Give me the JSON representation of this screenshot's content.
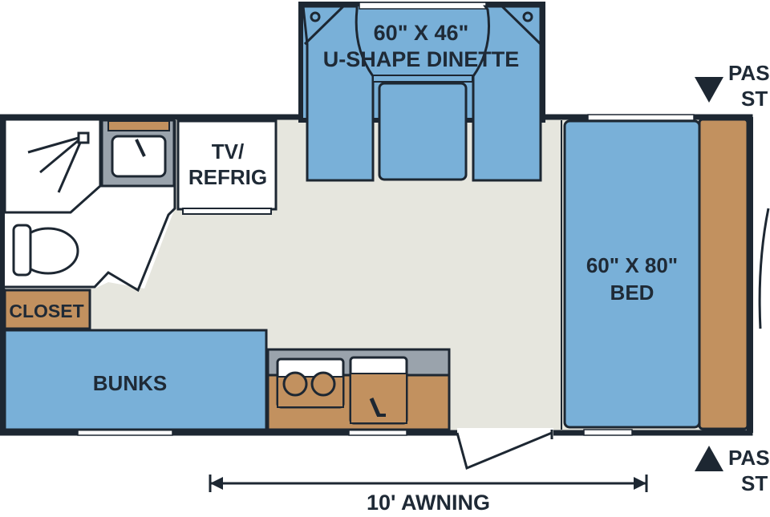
{
  "labels": {
    "dinette_size": "60\" X 46\"",
    "dinette_name": "U-SHAPE DINETTE",
    "tv": "TV/",
    "refrig": "REFRIG",
    "closet": "CLOSET",
    "bunks": "BUNKS",
    "bed_size": "60\" X 80\"",
    "bed_name": "BED",
    "awning": "10' AWNING",
    "pass_top_1": "PAS",
    "pass_top_2": "ST",
    "pass_bottom_1": "PAS",
    "pass_bottom_2": "ST"
  },
  "colors": {
    "wall": "#1d2732",
    "floor": "#e6e6de",
    "blue": "#79b0d8",
    "wood": "#c2915f",
    "wood_dark": "#a8784a",
    "gray": "#9aa3ac",
    "white": "#ffffff"
  },
  "icons": {
    "shower": "shower-head-icon",
    "toilet": "toilet-icon",
    "sink": "sink-icon",
    "stove": "stove-burner-icon",
    "arrow_down": "triangle-down-icon",
    "arrow_up": "triangle-up-icon"
  }
}
